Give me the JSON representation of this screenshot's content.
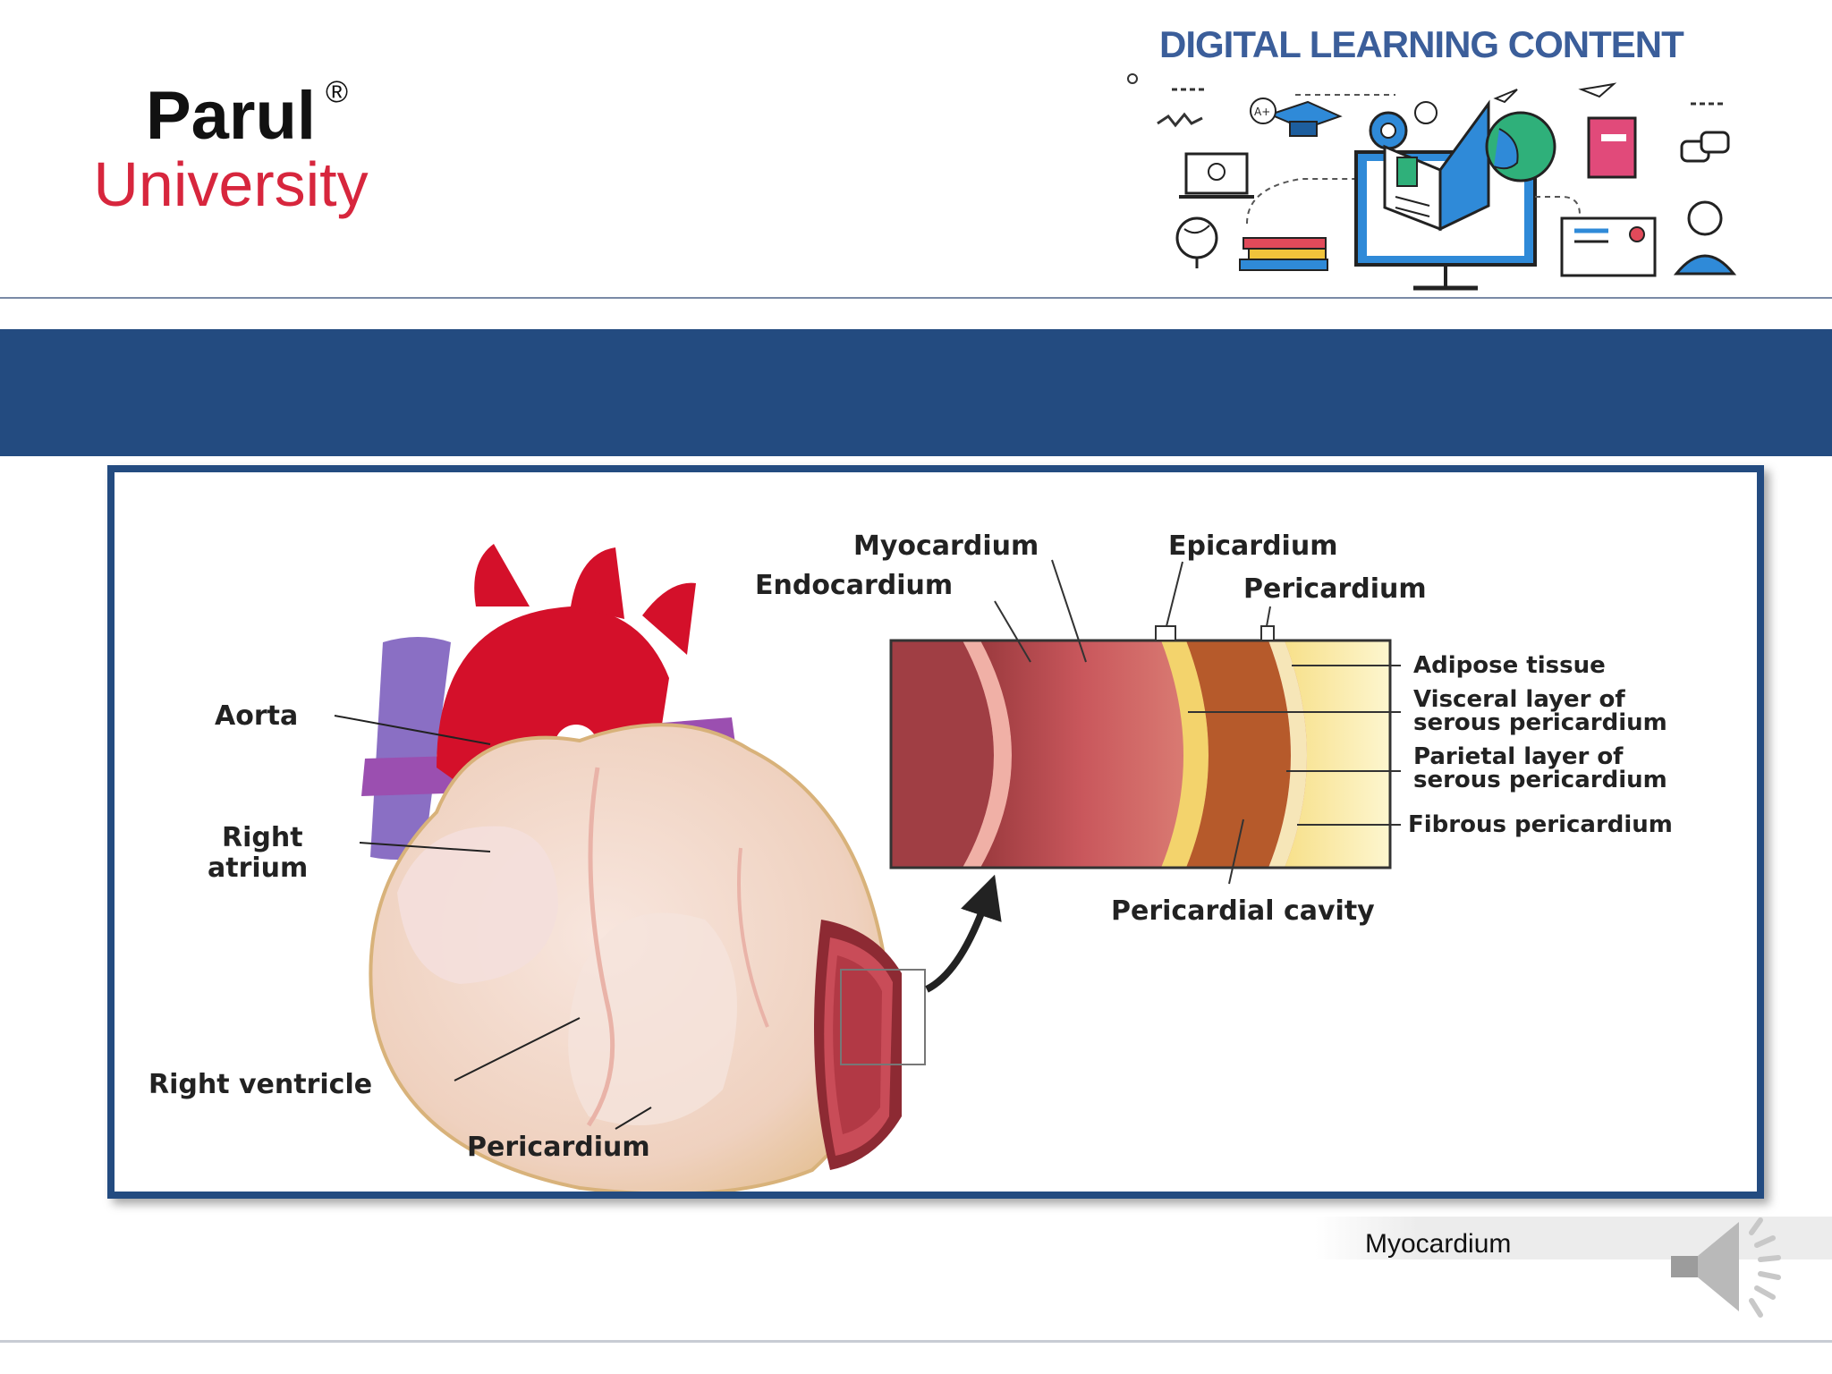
{
  "header": {
    "logo_line1": "Parul",
    "logo_registered": "®",
    "logo_line2": "University",
    "banner_title": "DIGITAL LEARNING CONTENT"
  },
  "title_band": {
    "text": ""
  },
  "figure": {
    "heart_labels": {
      "aorta": "Aorta",
      "right_atrium_1": "Right",
      "right_atrium_2": "atrium",
      "right_ventricle": "Right ventricle",
      "pericardium": "Pericardium"
    },
    "wall_labels": {
      "myocardium": "Myocardium",
      "epicardium": "Epicardium",
      "endocardium": "Endocardium",
      "pericardium": "Pericardium",
      "adipose": "Adipose tissue",
      "visceral_1": "Visceral layer of",
      "visceral_2": "serous pericardium",
      "parietal_1": "Parietal layer of",
      "parietal_2": "serous pericardium",
      "fibrous": "Fibrous pericardium",
      "cavity": "Pericardial cavity"
    }
  },
  "footer": {
    "caption": "Myocardium"
  },
  "colors": {
    "brand_blue": "#234b80",
    "logo_red": "#d7263d",
    "banner_blue": "#3b5e9a"
  }
}
